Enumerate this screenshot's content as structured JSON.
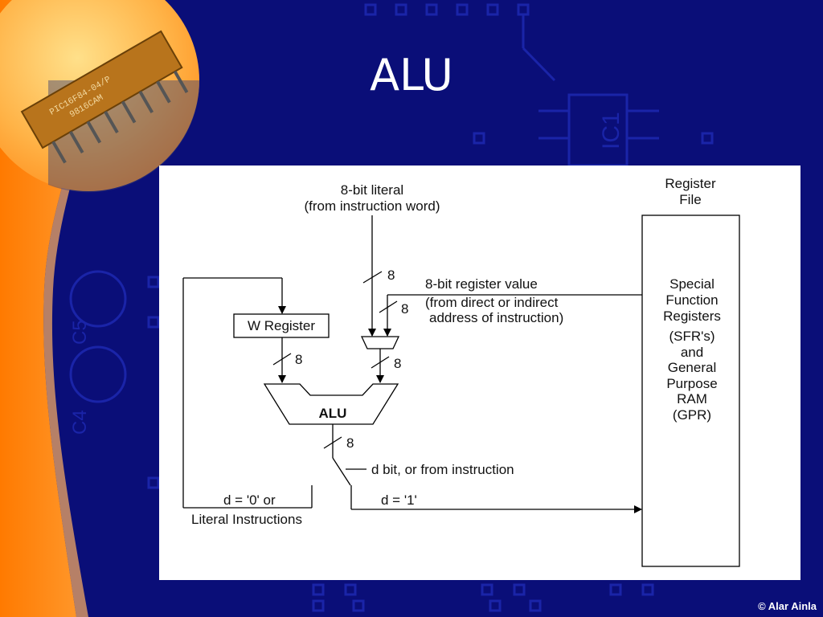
{
  "slide": {
    "title": "ALU",
    "copyright": "© Alar Ainla"
  },
  "chip": {
    "marking_line1": "PIC16F84-04/P",
    "marking_line2": "9816CAM"
  },
  "board": {
    "silkscreen": [
      "IC1",
      "C5",
      "C4"
    ]
  },
  "colors": {
    "background": "#0a0e78",
    "accent_orange": "#ff8c1a",
    "panel": "#ffffff"
  },
  "diagram": {
    "literal_line1": "8-bit literal",
    "literal_line2": "(from instruction word)",
    "register_file_line1": "Register",
    "register_file_line2": "File",
    "reg_value_line1": "8-bit register value",
    "reg_value_line2": "(from direct or indirect",
    "reg_value_line3": "address of instruction)",
    "w_register": "W Register",
    "alu": "ALU",
    "bus_width": "8",
    "d_bit": "d bit, or from instruction",
    "d0_line1": "d = '0' or",
    "d0_line2": "Literal Instructions",
    "d1": "d = '1'",
    "file_lines": [
      "Special",
      "Function",
      "Registers",
      "(SFR's)",
      "and",
      "General",
      "Purpose",
      "RAM",
      "(GPR)"
    ]
  }
}
